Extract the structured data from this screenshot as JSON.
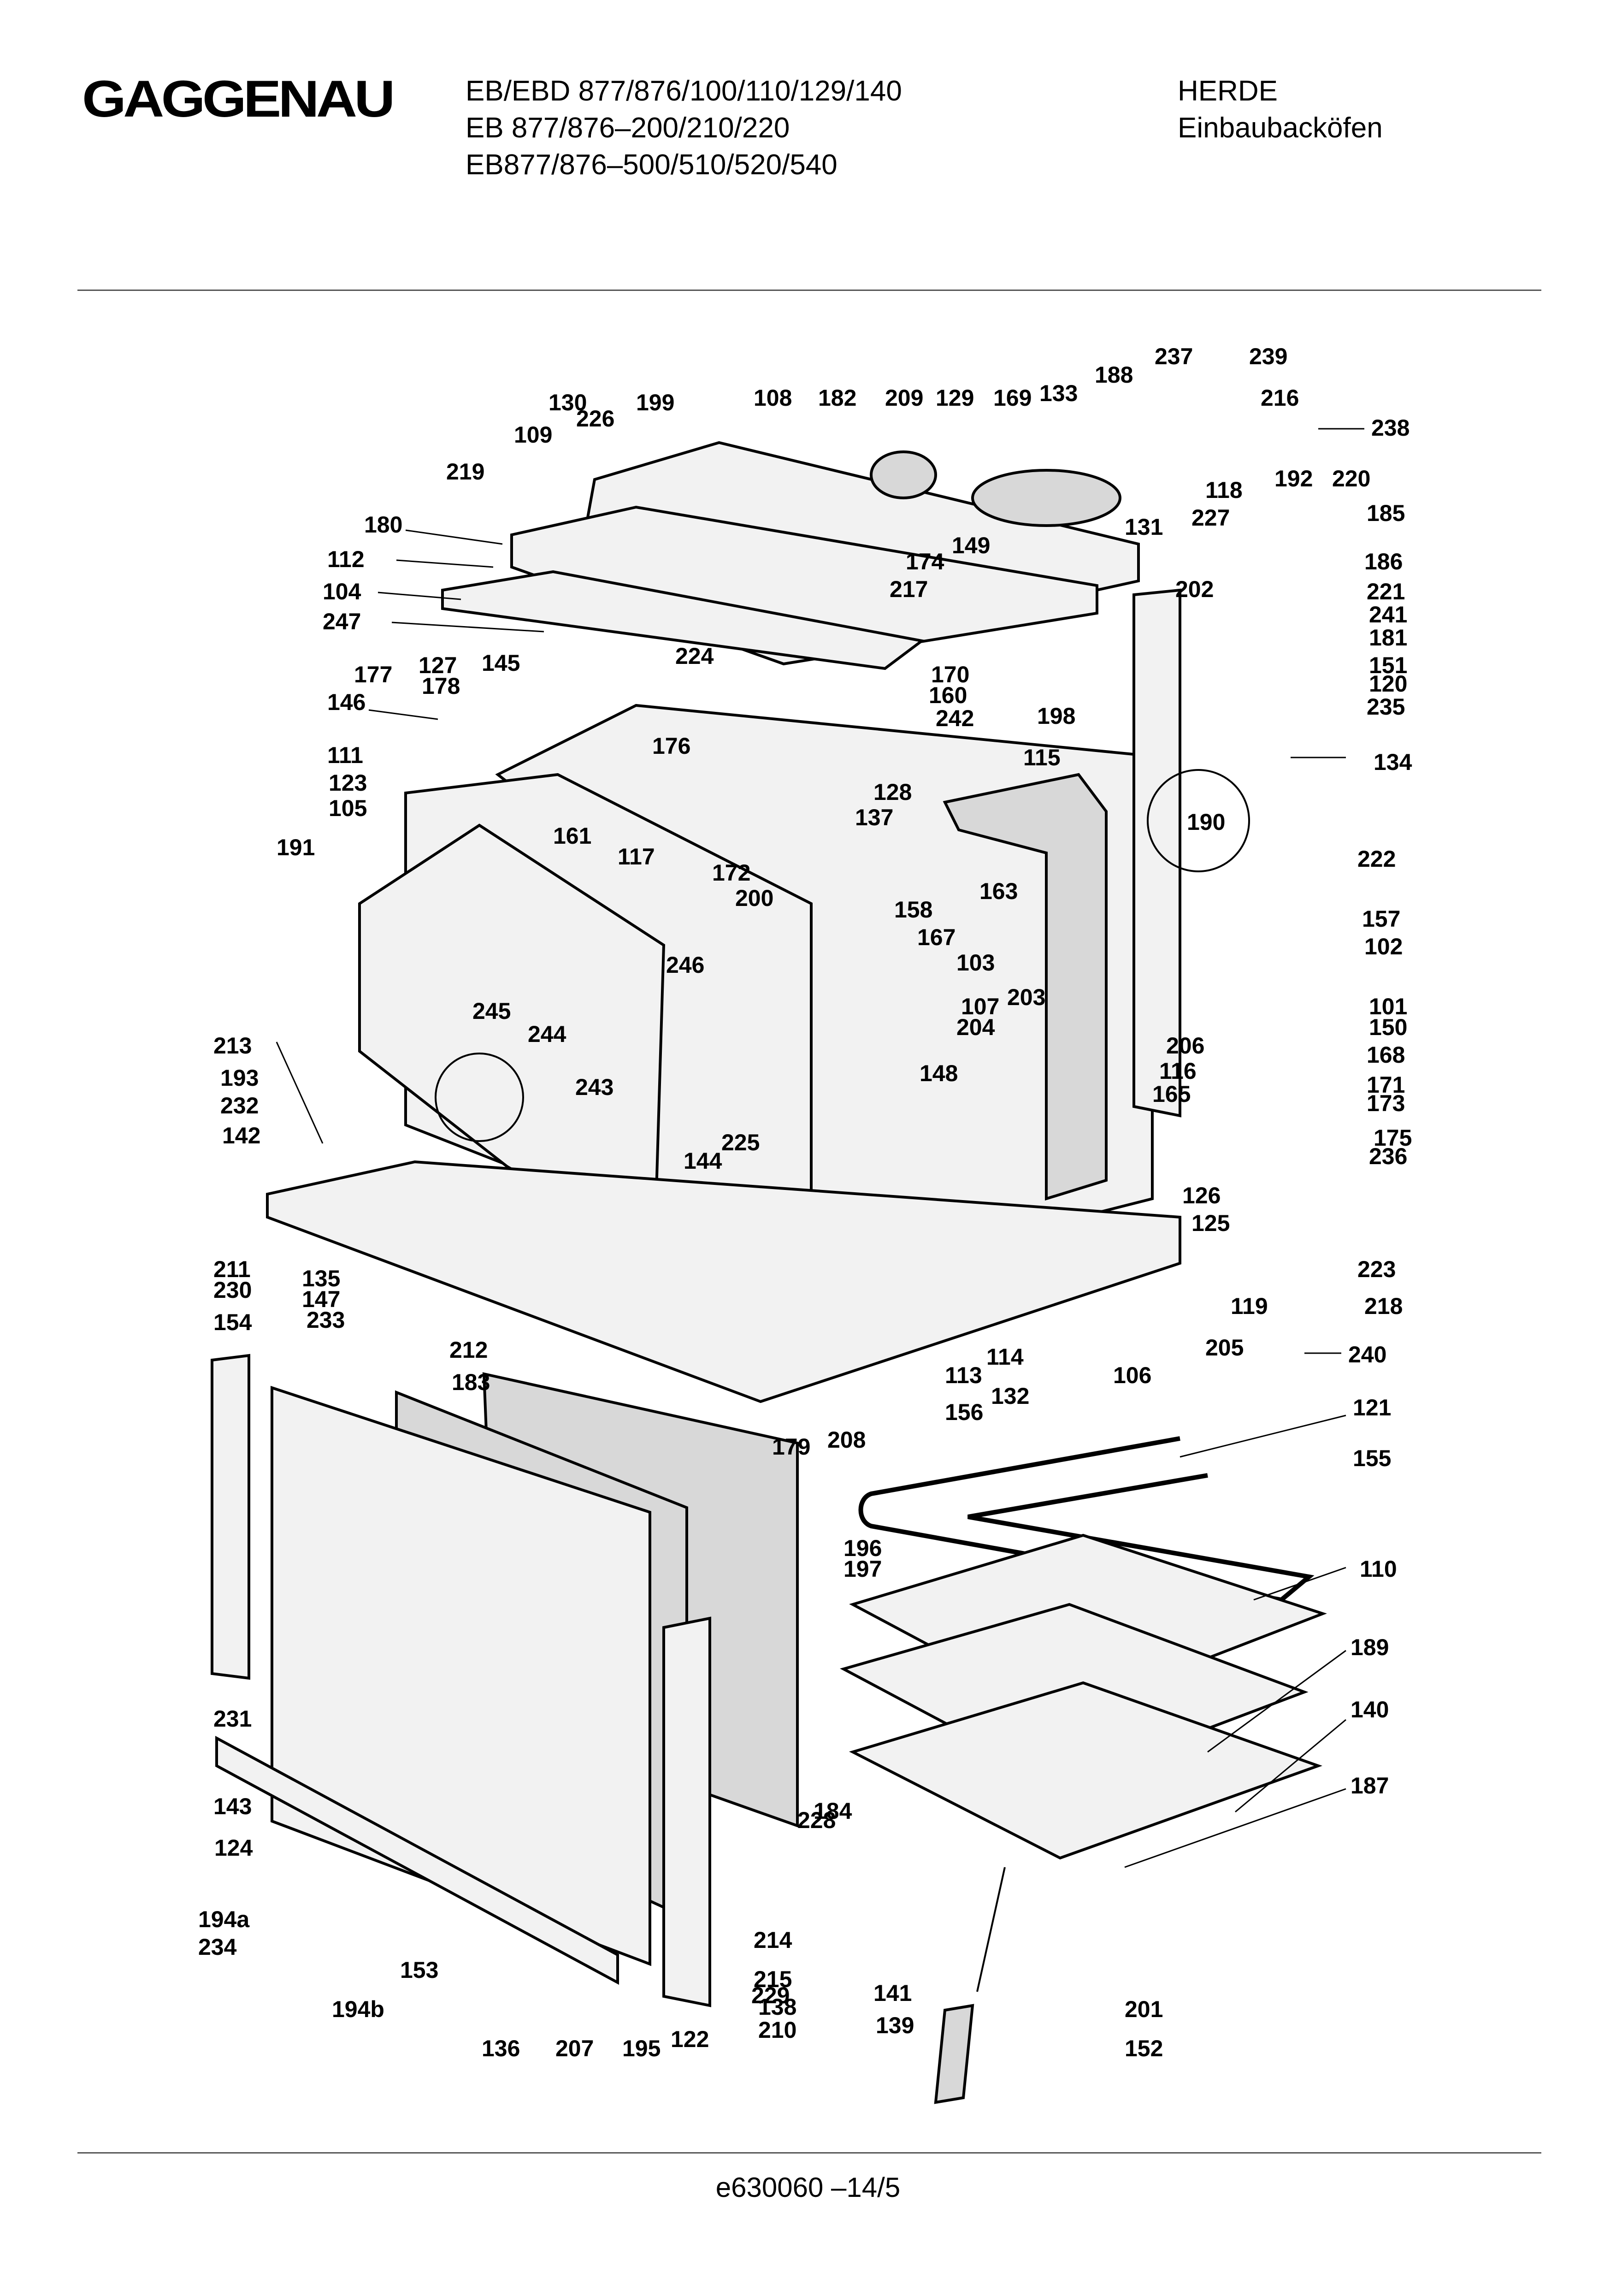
{
  "header": {
    "brand": "GAGGENAU",
    "models": [
      "EB/EBD 877/876/100/110/129/140",
      "EB 877/876–200/210/220",
      "EB877/876–500/510/520/540"
    ],
    "category": [
      "HERDE",
      "Einbaubacköfen"
    ]
  },
  "footer": {
    "document_number": "e630060 –14/5"
  },
  "parts": [
    "101",
    "102",
    "103",
    "104",
    "105",
    "106",
    "107",
    "108",
    "109",
    "110",
    "111",
    "112",
    "113",
    "114",
    "115",
    "116",
    "117",
    "118",
    "119",
    "120",
    "121",
    "122",
    "123",
    "124",
    "125",
    "126",
    "127",
    "128",
    "129",
    "130",
    "131",
    "132",
    "133",
    "134",
    "135",
    "136",
    "137",
    "138",
    "139",
    "140",
    "141",
    "142",
    "143",
    "144",
    "145",
    "146",
    "147",
    "148",
    "149",
    "150",
    "151",
    "152",
    "153",
    "154",
    "155",
    "156",
    "157",
    "158",
    "160",
    "161",
    "163",
    "165",
    "167",
    "168",
    "169",
    "170",
    "171",
    "172",
    "173",
    "174",
    "175",
    "176",
    "177",
    "178",
    "179",
    "180",
    "181",
    "182",
    "183",
    "184",
    "185",
    "186",
    "187",
    "188",
    "189",
    "190",
    "191",
    "192",
    "193",
    "194a",
    "194b",
    "195",
    "196",
    "197",
    "198",
    "199",
    "200",
    "201",
    "202",
    "203",
    "204",
    "205",
    "206",
    "207",
    "208",
    "209",
    "210",
    "211",
    "212",
    "213",
    "214",
    "215",
    "216",
    "217",
    "218",
    "219",
    "220",
    "221",
    "222",
    "223",
    "224",
    "225",
    "226",
    "227",
    "228",
    "229",
    "230",
    "231",
    "232",
    "233",
    "234",
    "235",
    "236",
    "237",
    "238",
    "239",
    "240",
    "241",
    "242",
    "243",
    "244",
    "245",
    "246",
    "247"
  ]
}
